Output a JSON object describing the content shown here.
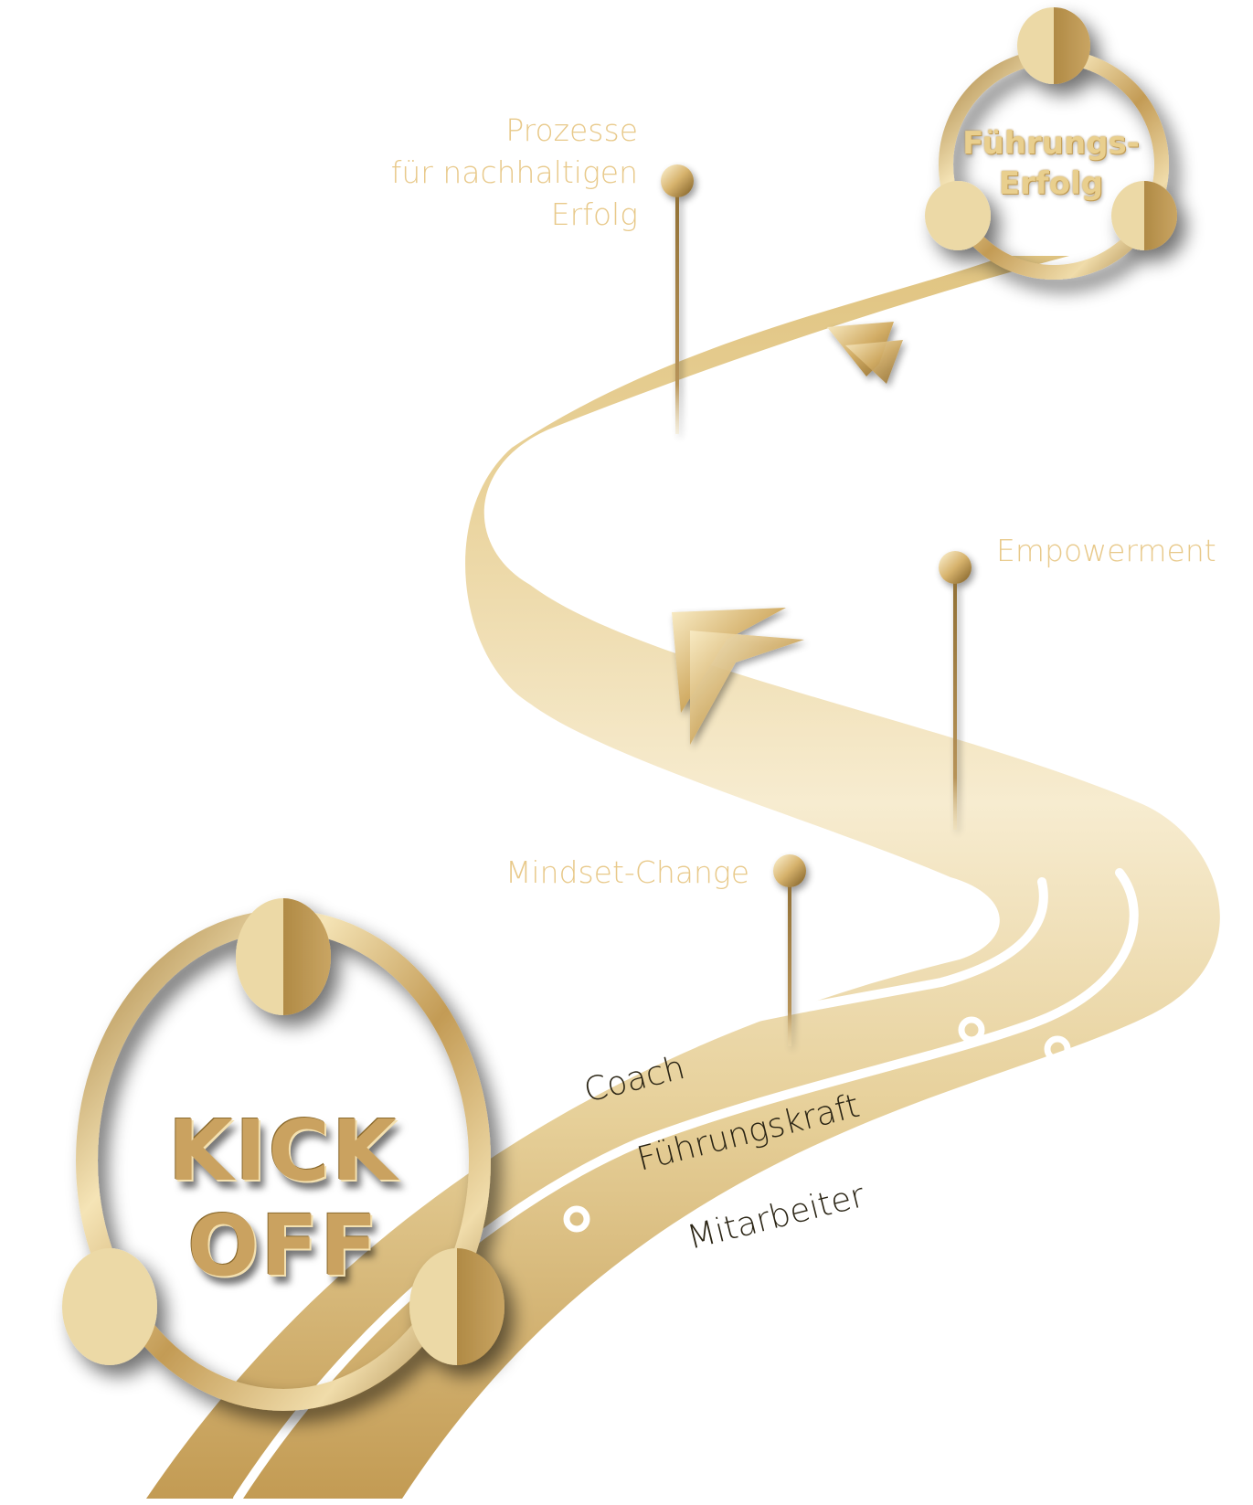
{
  "goal": {
    "line1": "Führungs-",
    "line2": "Erfolg"
  },
  "start": {
    "line1": "KICK",
    "line2": "OFF"
  },
  "milestones": {
    "prozesse": [
      "Prozesse",
      "für nachhaltigen",
      "Erfolg"
    ],
    "empowerment": "Empowerment",
    "mindset": "Mindset-Change"
  },
  "lanes": {
    "coach": "Coach",
    "fuehrungskraft": "Führungskraft",
    "mitarbeiter": "Mitarbeiter"
  },
  "colors": {
    "gold": "#d9b978",
    "gold_light": "#f8edcc",
    "gold_dark": "#a57f3d",
    "label": "#e8c98a",
    "lane_text": "#2a2414"
  },
  "icons": [
    "chevron-arrow-icon",
    "map-pin-icon",
    "people-ring-icon"
  ]
}
